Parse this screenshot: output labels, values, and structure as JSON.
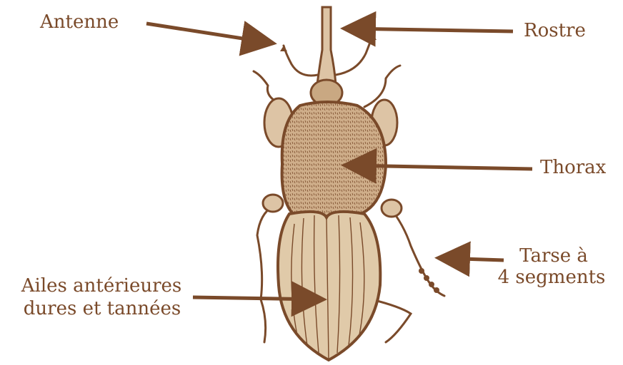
{
  "labels": {
    "antenne": "Antenne",
    "rostre": "Rostre",
    "thorax": "Thorax",
    "tarse_line1": "Tarse à",
    "tarse_line2": "4 segments",
    "ailes_line1": "Ailes antérieures",
    "ailes_line2": "dures et tannées"
  },
  "colors": {
    "ink": "#7a4a2a",
    "body_fill": "#c9a882",
    "background": "#ffffff"
  }
}
